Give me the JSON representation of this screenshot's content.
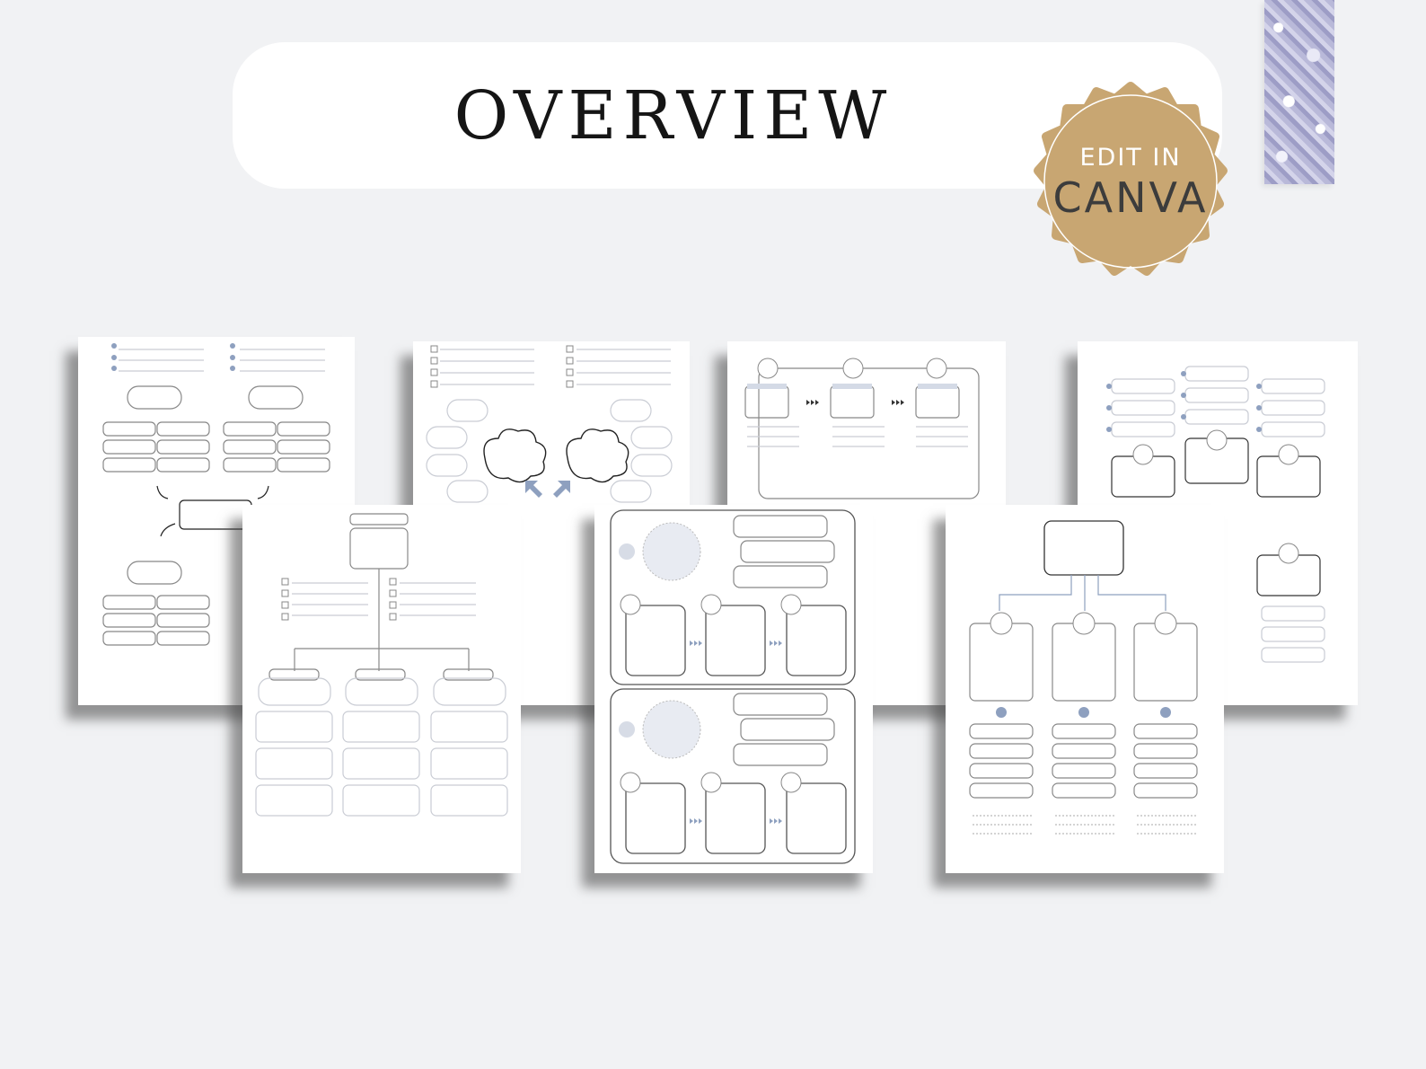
{
  "banner": {
    "title": "OVERVIEW"
  },
  "badge": {
    "line1": "EDIT IN",
    "line2": "CANVA",
    "color": "#c8a672"
  },
  "palette": {
    "background": "#f1f2f4",
    "accent": "#8ea0bf",
    "line": "#c9ccd4",
    "dark": "#3a3a3a"
  }
}
